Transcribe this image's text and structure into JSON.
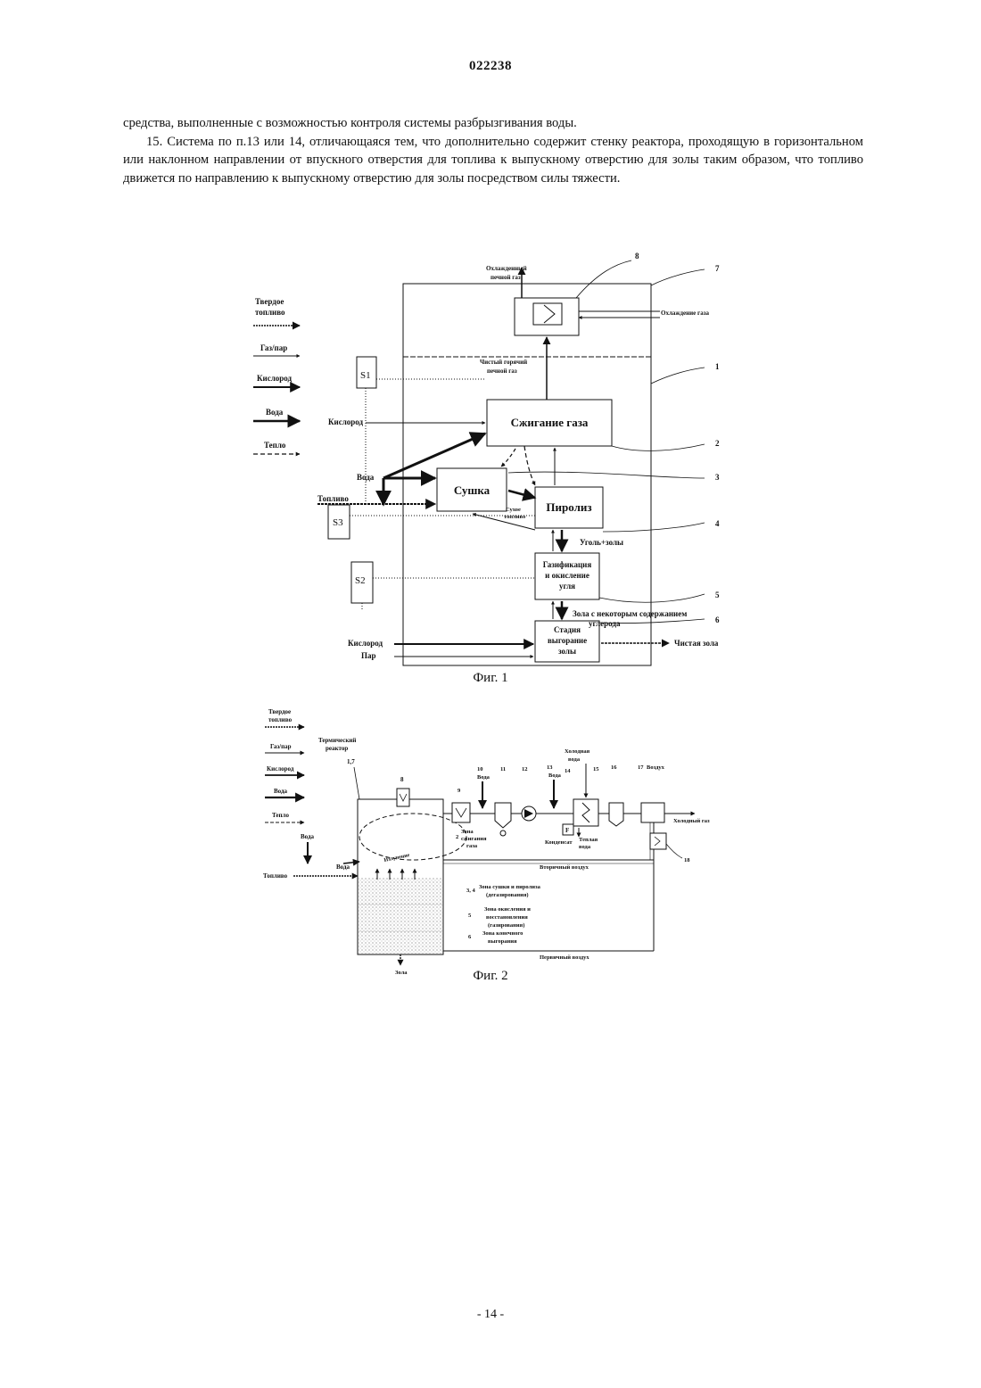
{
  "header": {
    "doc_number": "022238"
  },
  "text": {
    "p1": "средства, выполненные с возможностью контроля системы разбрызгивания воды.",
    "p2": "15. Система по п.13 или 14, отличающаяся тем, что дополнительно содержит стенку реактора, проходящую в горизонтальном или наклонном направлении от впускного отверстия для топлива к выпускному отверстию для золы таким образом, что топливо движется по направлению к выпускному отверстию для золы посредством силы тяжести."
  },
  "fig1": {
    "caption": "Фиг. 1",
    "legend": {
      "solid_fuel_1": "Твердое",
      "solid_fuel_2": "топливо",
      "gas_steam": "Газ/пар",
      "oxygen": "Кислород",
      "water": "Вода",
      "heat": "Тепло"
    },
    "labels": {
      "cooled_gas_1": "Охлажденный",
      "cooled_gas_2": "печной газ",
      "gas_cooling": "Охлаждение газа",
      "clean_hot_1": "Чистый горячий",
      "clean_hot_2": "печной газ",
      "oxygen_in": "Кислород",
      "water_in": "Вода",
      "fuel_in": "Топливо",
      "dry_fuel_1": "Сухое",
      "dry_fuel_2": "топливо",
      "char_ash": "Уголь+золы",
      "ash_carbon_1": "Зола с некоторым содержанием",
      "ash_carbon_2": "углерода",
      "oxygen_bottom": "Кислород",
      "steam_bottom": "Пар",
      "clean_ash": "Чистая зола"
    },
    "blocks": {
      "gas_combustion": "Сжигание газа",
      "drying": "Сушка",
      "pyrolysis": "Пиролиз",
      "gasif_1": "Газификация",
      "gasif_2": "и окисление",
      "gasif_3": "угля",
      "burnout_1": "Стадия",
      "burnout_2": "выгорание",
      "burnout_3": "золы"
    },
    "sensors": {
      "s1": "S1",
      "s2": "S2",
      "s3": "S3"
    },
    "numbers": {
      "n8": "8",
      "n7": "7",
      "n1": "1",
      "n2": "2",
      "n3": "3",
      "n4": "4",
      "n5": "5",
      "n6": "6"
    }
  },
  "fig2": {
    "caption": "Фиг. 2",
    "legend": {
      "solid_fuel_1": "Твердое",
      "solid_fuel_2": "топливо",
      "gas_steam": "Газ/пар",
      "oxygen": "Кислород",
      "water": "Вода",
      "heat": "Тепло"
    },
    "labels": {
      "thermal_1": "Термический",
      "thermal_2": "реактор",
      "thermal_num": "1,7",
      "water_left": "Вода",
      "water_spray": "Вода",
      "fuel": "Топливо",
      "radiation": "Излучение",
      "n8": "8",
      "n9": "9",
      "n10": "10",
      "water10": "Вода",
      "n11": "11",
      "n12": "12",
      "n13": "13",
      "water13": "Вода",
      "n14": "14",
      "cold_water_1": "Холодная",
      "cold_water_2": "вода",
      "n15": "15",
      "n16": "16",
      "n17": "17",
      "air17": "Воздух",
      "cold_gas": "Холодный газ",
      "f_box": "F",
      "condensate": "Конденсат",
      "warm_water_1": "Теплая",
      "warm_water_2": "вода",
      "n18": "18",
      "combustion_zone_num": "2",
      "combustion_zone_1": "Зона",
      "combustion_zone_2": "сжигания",
      "combustion_zone_3": "газа",
      "secondary_air": "Вторичный воздух",
      "zone34_num": "3, 4",
      "zone34_1": "Зона сушки и пиролиза",
      "zone34_2": "(дегазирования)",
      "zone5_num": "5",
      "zone5_1": "Зона окисления и",
      "zone5_2": "восстановления",
      "zone5_3": "(газирования)",
      "zone6_num": "6",
      "zone6_1": "Зона конечного",
      "zone6_2": "выгорания",
      "primary_air": "Первичный воздух",
      "ash": "Зола"
    }
  },
  "footer": {
    "page_number": "- 14 -"
  }
}
